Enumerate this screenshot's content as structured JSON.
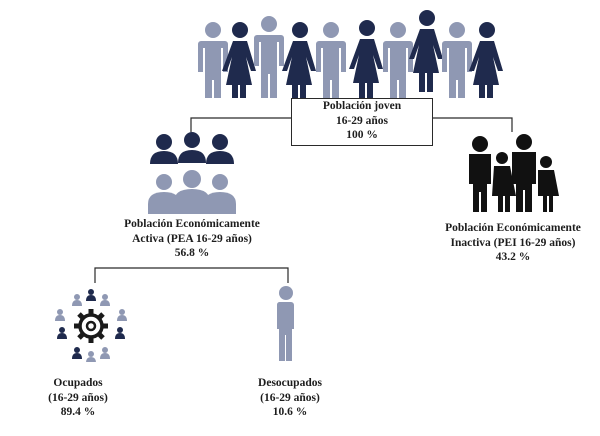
{
  "root": {
    "line1": "Población joven",
    "line2": "16-29 años",
    "line3": "100 %",
    "icon": "crowd-of-people-icon"
  },
  "pea": {
    "line1": "Población Económicamente",
    "line2": "Activa (PEA 16-29 años)",
    "line3": "56.8 %",
    "icon": "business-team-icon"
  },
  "pei": {
    "line1": "Población Económicamente",
    "line2": "Inactiva (PEI 16-29 años)",
    "line3": "43.2 %",
    "icon": "family-silhouette-icon"
  },
  "ocupados": {
    "line1": "Ocupados",
    "line2": "(16-29 años)",
    "line3": "89.4 %",
    "icon": "gear-people-network-icon"
  },
  "desocupados": {
    "line1": "Desocupados",
    "line2": "(16-29 años)",
    "line3": "10.6 %",
    "icon": "waiting-person-icon"
  },
  "colors": {
    "navy": "#1f2a4d",
    "slate": "#8f98b3",
    "black": "#111111",
    "line": "#2a2a2a"
  }
}
